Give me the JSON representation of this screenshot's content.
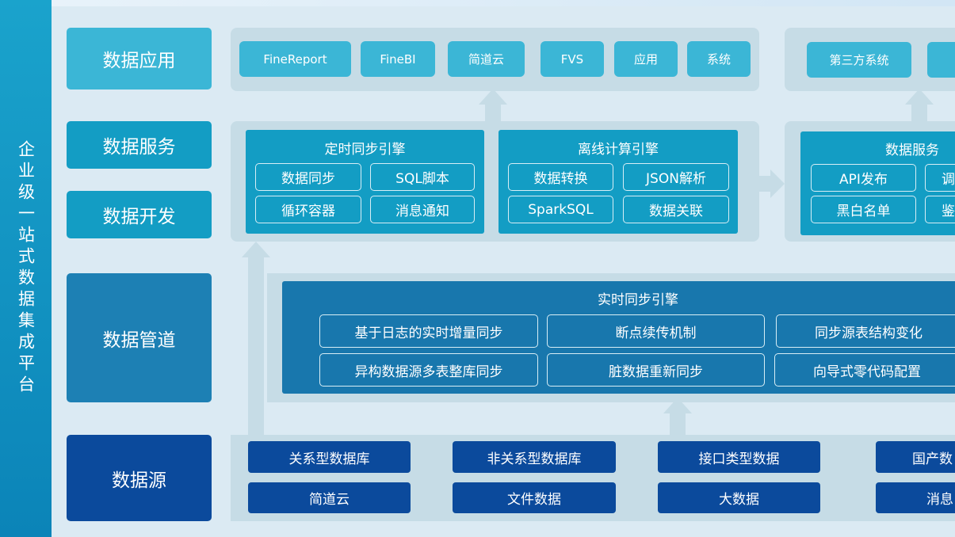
{
  "sidebar_title": "企业级一站式数据集成平台",
  "layers": {
    "app": "数据应用",
    "service": "数据服务",
    "dev": "数据开发",
    "pipeline": "数据管道",
    "source": "数据源"
  },
  "apps": [
    "FineReport",
    "FineBI",
    "简道云",
    "FVS",
    "应用",
    "系统"
  ],
  "third_party": [
    "第三方系统",
    ""
  ],
  "scheduled_engine": {
    "title": "定时同步引擎",
    "items": [
      "数据同步",
      "SQL脚本",
      "循环容器",
      "消息通知"
    ]
  },
  "offline_engine": {
    "title": "离线计算引擎",
    "items": [
      "数据转换",
      "JSON解析",
      "SparkSQL",
      "数据关联"
    ]
  },
  "service_engine": {
    "title": "数据服务",
    "items": [
      "API发布",
      "调",
      "黑白名单",
      "鉴"
    ]
  },
  "realtime_engine": {
    "title": "实时同步引擎",
    "items": [
      "基于日志的实时增量同步",
      "断点续传机制",
      "同步源表结构变化",
      "异构数据源多表整库同步",
      "脏数据重新同步",
      "向导式零代码配置"
    ]
  },
  "sources": [
    "关系型数据库",
    "非关系型数据库",
    "接口类型数据",
    "国产数",
    "简道云",
    "文件数据",
    "大数据",
    "消息"
  ],
  "colors": {
    "app": "#3bb6d6",
    "service": "#139dc4",
    "pipeline": "#1877ad",
    "source": "#0b4a9c",
    "panel": "#c6dce6",
    "background": "#dbeaf3"
  }
}
